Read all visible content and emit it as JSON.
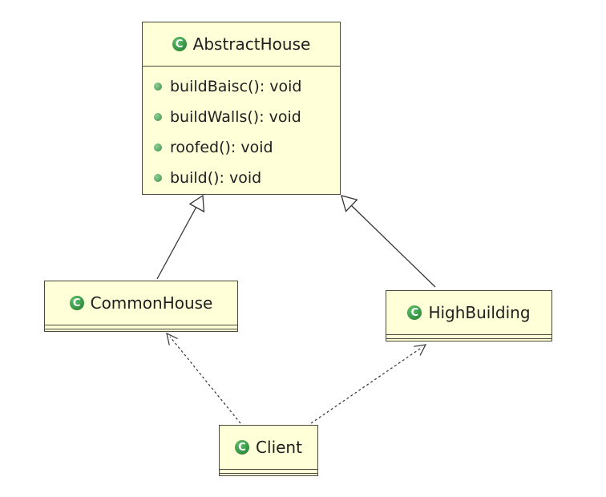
{
  "classes": {
    "abstract_house": {
      "name": "AbstractHouse",
      "icon": "class-icon",
      "icon_glyph": "C",
      "methods": [
        "buildBaisc(): void",
        "buildWalls(): void",
        "roofed(): void",
        "build(): void"
      ]
    },
    "common_house": {
      "name": "CommonHouse",
      "icon": "class-icon",
      "icon_glyph": "C"
    },
    "high_building": {
      "name": "HighBuilding",
      "icon": "class-icon",
      "icon_glyph": "C"
    },
    "client": {
      "name": "Client",
      "icon": "class-icon",
      "icon_glyph": "C"
    }
  },
  "relations": [
    {
      "type": "generalization",
      "from": "CommonHouse",
      "to": "AbstractHouse"
    },
    {
      "type": "generalization",
      "from": "HighBuilding",
      "to": "AbstractHouse"
    },
    {
      "type": "dependency",
      "from": "Client",
      "to": "CommonHouse"
    },
    {
      "type": "dependency",
      "from": "Client",
      "to": "HighBuilding"
    }
  ],
  "colors": {
    "class_fill": "#ffffd8",
    "class_border": "#4a4a3a",
    "icon_green": "#1e7b2e",
    "line": "#333333"
  }
}
